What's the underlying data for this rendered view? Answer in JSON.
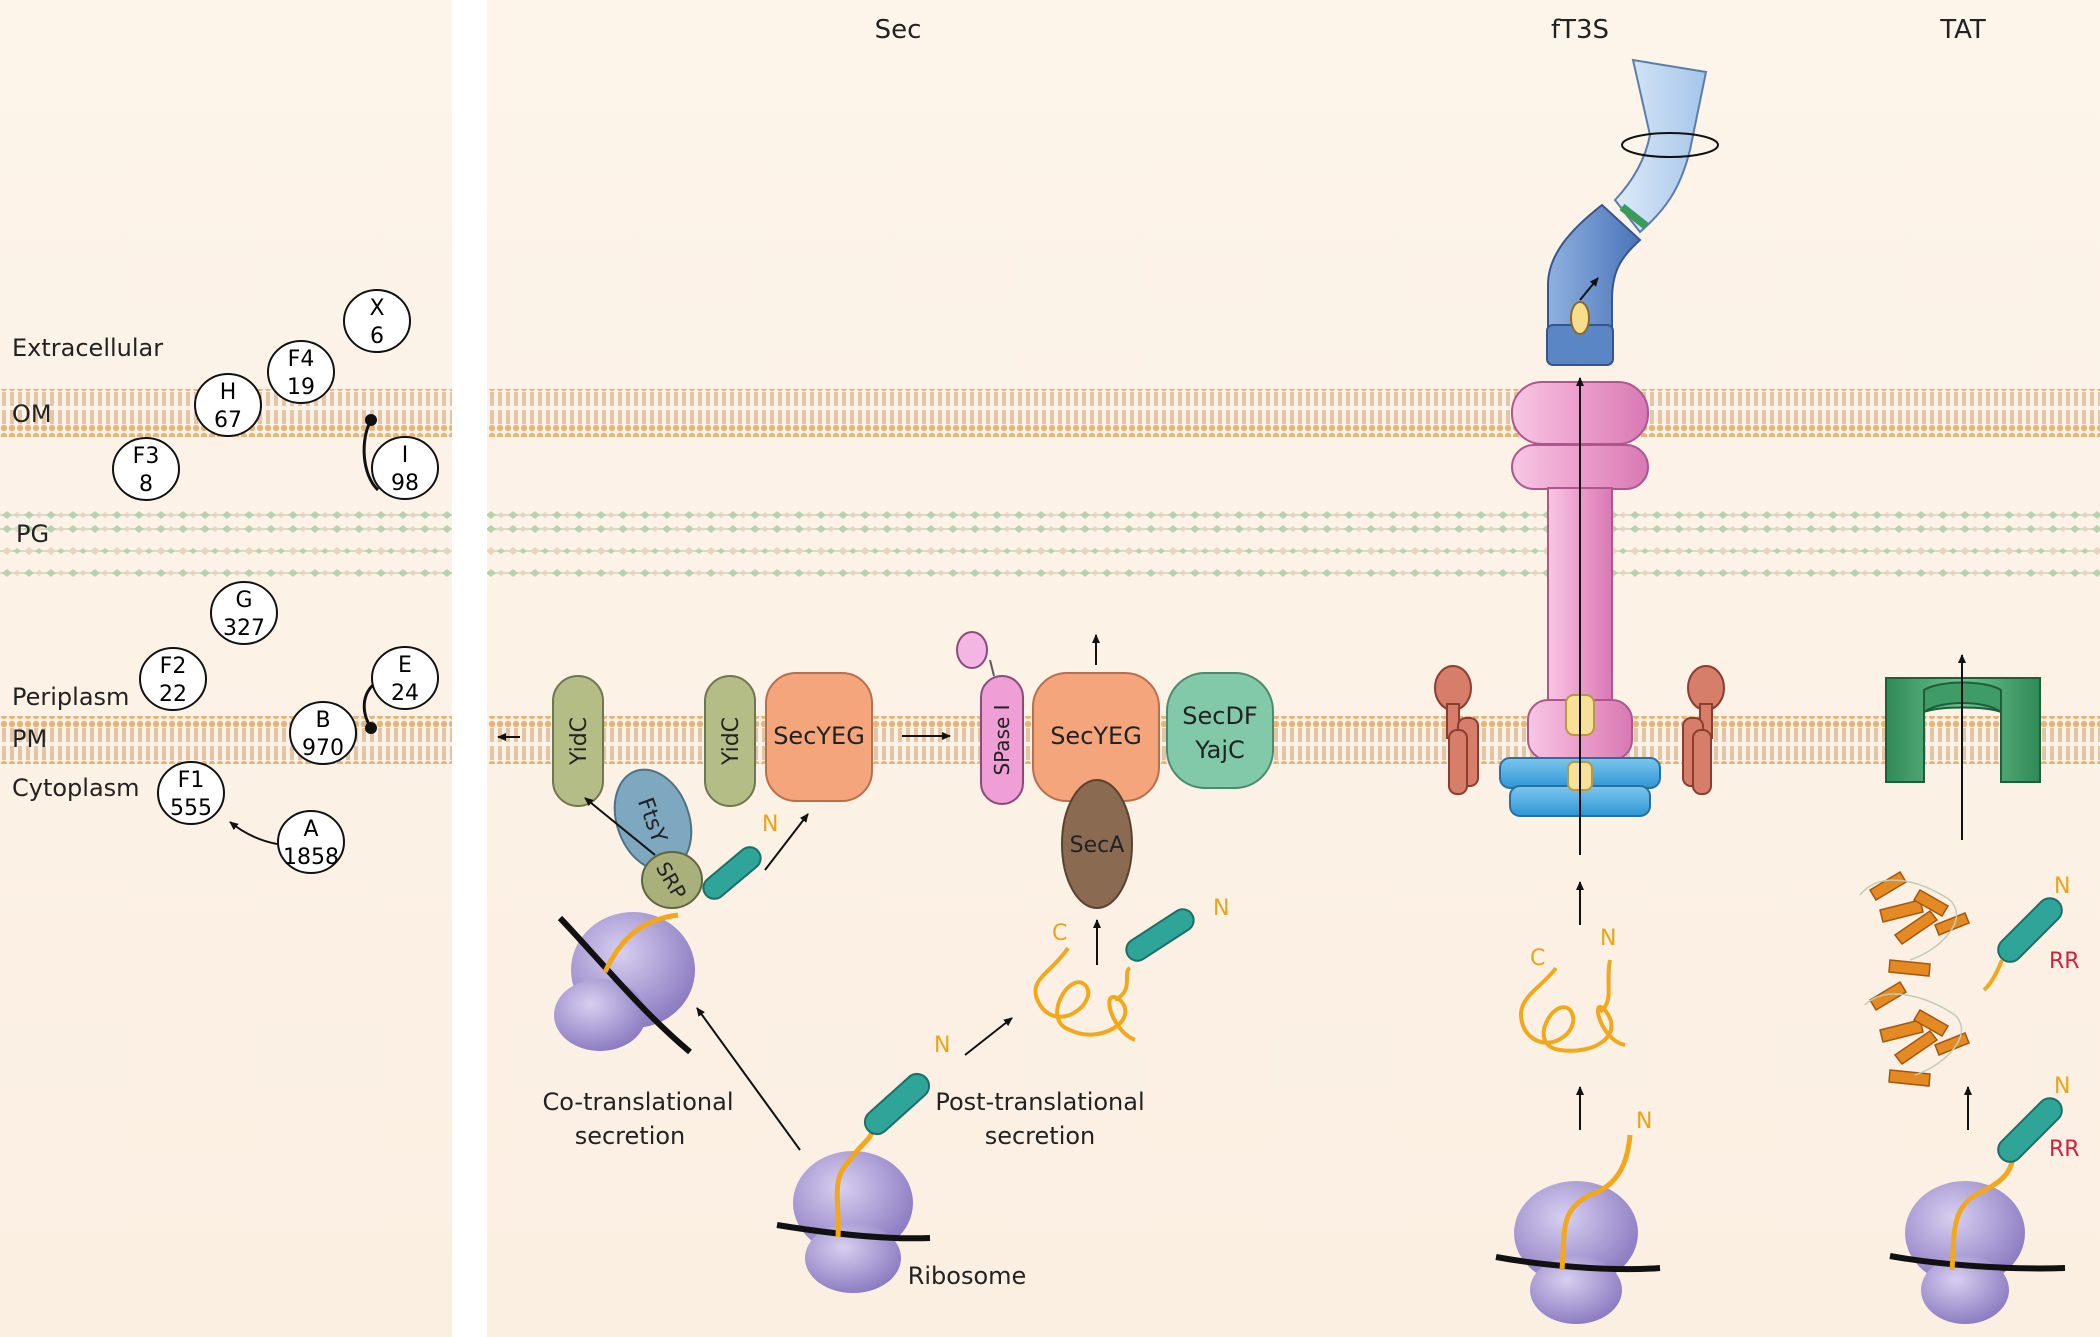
{
  "panels": {
    "sec": "Sec",
    "ft3s": "fT3S",
    "tat": "TAT"
  },
  "compartments": {
    "extracellular": "Extracellular",
    "om": "OM",
    "pg": "PG",
    "periplasm": "Periplasm",
    "pm": "PM",
    "cytoplasm": "Cytoplasm"
  },
  "localization_bubbles": [
    {
      "id": "X",
      "top": "X",
      "bottom": "6"
    },
    {
      "id": "F4",
      "top": "F4",
      "bottom": "19"
    },
    {
      "id": "H",
      "top": "H",
      "bottom": "67"
    },
    {
      "id": "I",
      "top": "I",
      "bottom": "98"
    },
    {
      "id": "F3",
      "top": "F3",
      "bottom": "8"
    },
    {
      "id": "G",
      "top": "G",
      "bottom": "327"
    },
    {
      "id": "F2",
      "top": "F2",
      "bottom": "22"
    },
    {
      "id": "E",
      "top": "E",
      "bottom": "24"
    },
    {
      "id": "B",
      "top": "B",
      "bottom": "970"
    },
    {
      "id": "F1",
      "top": "F1",
      "bottom": "555"
    },
    {
      "id": "A",
      "top": "A",
      "bottom": "1858"
    }
  ],
  "proteins": {
    "yidc": "YidC",
    "secyeg": "SecYEG",
    "ftsy": "FtsY",
    "srp": "SRP",
    "spase": "SPase I",
    "seca": "SecA",
    "secdf": "SecDF",
    "yajc": "YajC"
  },
  "labels": {
    "n": "N",
    "c": "C",
    "rr": "RR",
    "cotranslational_1": "Co-translational",
    "cotranslational_2": "secretion",
    "posttranslational_1": "Post-translational",
    "posttranslational_2": "secretion",
    "ribosome": "Ribosome"
  },
  "colors": {
    "background": "#fdf2e6",
    "membrane_head": "#e7c08a",
    "membrane_tail": "#c99a62",
    "pg": "#c9dcc0",
    "signal_peptide": "#2fa59a",
    "polypeptide": "#f2a81d",
    "ribosome": "#9a8bc8",
    "yidc": "#b4bf88",
    "secyeg": "#f4a37a",
    "ftsy": "#7fa9bd",
    "srp": "#a8b17a",
    "spase": "#ec9ad0",
    "seca": "#8c6a50",
    "secdf": "#7fc9a9",
    "ft3s_rod": "#ec9ccc",
    "ft3s_base": "#3ea7df",
    "ft3s_hook": "#5b86c6",
    "ft3s_filament": "#b7d2ee",
    "ft3s_side": "#d97c6a",
    "tat": "#3f9c67",
    "rr_text": "#d6203a"
  }
}
